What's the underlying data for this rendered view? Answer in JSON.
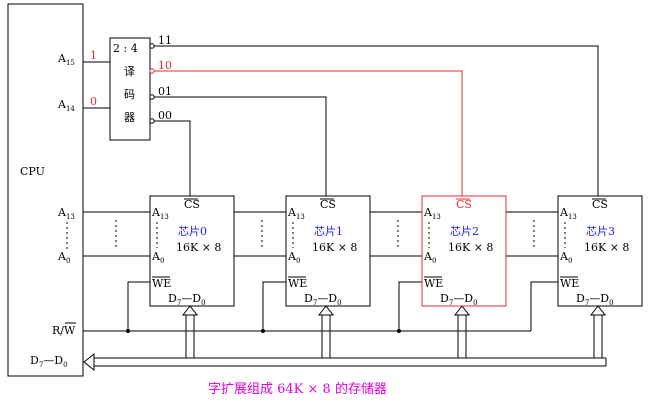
{
  "cpu": {
    "label": "CPU",
    "a15": "A",
    "a15_sub": "15",
    "a14": "A",
    "a14_sub": "14",
    "a13": "A",
    "a13_sub": "13",
    "a0": "A",
    "a0_sub": "0",
    "rw": "R/W",
    "data": "D",
    "data_sub_hi": "7",
    "data_dash": "—D",
    "data_sub_lo": "0"
  },
  "decoder": {
    "title": "2 : 4",
    "chars": [
      "译",
      "码",
      "器"
    ],
    "in_a15_value": "1",
    "in_a14_value": "0",
    "outputs": [
      "11",
      "10",
      "01",
      "00"
    ]
  },
  "chips": [
    {
      "name": "芯片0",
      "spec": "16K × 8",
      "cs": "CS",
      "we": "WE",
      "a13": "A",
      "a13_sub": "13",
      "a0": "A",
      "a0_sub": "0",
      "d": "D",
      "d_hi": "7",
      "d_dash": "—D",
      "d_lo": "0",
      "highlight": false
    },
    {
      "name": "芯片1",
      "spec": "16K × 8",
      "cs": "CS",
      "we": "WE",
      "a13": "A",
      "a13_sub": "13",
      "a0": "A",
      "a0_sub": "0",
      "d": "D",
      "d_hi": "7",
      "d_dash": "—D",
      "d_lo": "0",
      "highlight": false
    },
    {
      "name": "芯片2",
      "spec": "16K × 8",
      "cs": "CS",
      "we": "WE",
      "a13": "A",
      "a13_sub": "13",
      "a0": "A",
      "a0_sub": "0",
      "d": "D",
      "d_hi": "7",
      "d_dash": "—D",
      "d_lo": "0",
      "highlight": true
    },
    {
      "name": "芯片3",
      "spec": "16K × 8",
      "cs": "CS",
      "we": "WE",
      "a13": "A",
      "a13_sub": "13",
      "a0": "A",
      "a0_sub": "0",
      "d": "D",
      "d_hi": "7",
      "d_dash": "—D",
      "d_lo": "0",
      "highlight": false
    }
  ],
  "caption": "字扩展组成 64K × 8 的存储器",
  "colors": {
    "highlight": "#e03030",
    "caption": "#e000e0",
    "chip_label": "#1a1aff"
  }
}
